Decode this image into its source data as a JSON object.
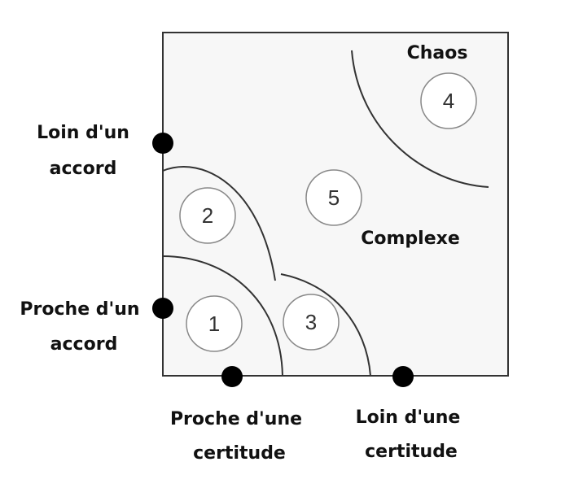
{
  "axis_labels": {
    "y_far": [
      "Loin d'un",
      "accord"
    ],
    "y_near": [
      "Proche d'un",
      "accord"
    ],
    "x_near": [
      "Proche d'une",
      "certitude"
    ],
    "x_far": [
      "Loin d'une",
      "certitude"
    ]
  },
  "regions": {
    "chaos": "Chaos",
    "complex": "Complexe"
  },
  "zones": [
    "1",
    "2",
    "3",
    "4",
    "5"
  ],
  "colors": {
    "box_fill": "#f7f7f7",
    "box_stroke": "#333333",
    "marker": "#000000"
  }
}
